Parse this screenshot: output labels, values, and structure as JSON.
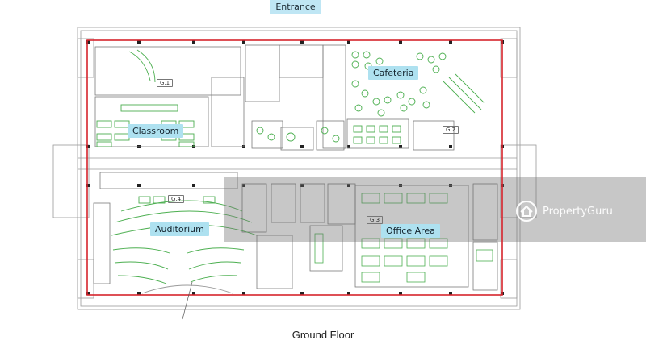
{
  "entrance_label": "Entrance",
  "caption": "Ground Floor",
  "zones": {
    "cafeteria": "Cafeteria",
    "classroom": "Classroom",
    "auditorium": "Auditorium",
    "office_area": "Office Area"
  },
  "room_codes": [
    "G.1",
    "G.2",
    "G.3",
    "G.4"
  ],
  "watermark": {
    "brand": "PropertyGuru",
    "logo_icon": "house-pin-icon"
  },
  "colors": {
    "outline_red": "#d6242c",
    "label_bg": "#aee1f0",
    "seat_green": "#4caf50",
    "line_grey": "#8a8a8a",
    "overlay_grey": "#6d6d6d"
  }
}
